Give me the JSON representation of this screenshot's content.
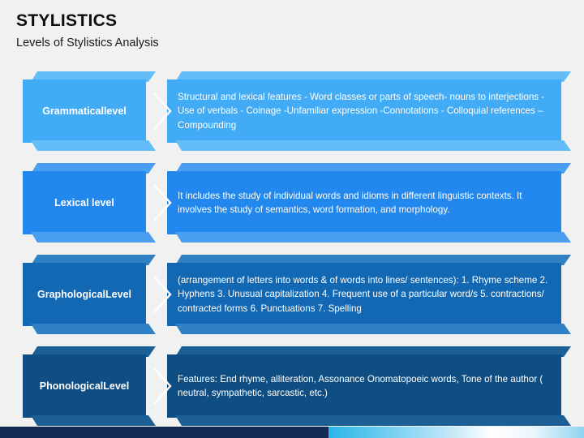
{
  "header": {
    "title": "STYLISTICS",
    "subtitle": "Levels of Stylistics Analysis"
  },
  "colors": {
    "background": "#f1f1f1",
    "row1": "#42abf5",
    "row2": "#2288ee",
    "row3": "#1268b3",
    "row4": "#0e4e82",
    "text": "#ffffff",
    "footer_dark": "#132a52"
  },
  "rows": [
    {
      "label": "Grammatical level",
      "label_line1": "Grammatical",
      "label_line2": "level",
      "text": "Structural and lexical features - Word classes or parts of speech- nouns to interjections - Use of verbals - Coinage -Unfamiliar expression  -Connotations - Colloquial references –Compounding",
      "base": "#42abf5",
      "ribbon": "#63bdf8",
      "ribbon_dark": "#4fb2f6"
    },
    {
      "label": "Lexical level",
      "label_line1": "Lexical level",
      "label_line2": "",
      "text": "It includes the study of individual words and idioms in different linguistic contexts. It involves the study of semantics, word formation, and morphology.",
      "base": "#2288ee",
      "ribbon": "#4b9ff2",
      "ribbon_dark": "#3893f0"
    },
    {
      "label": "Graphological Level",
      "label_line1": "Graphological",
      "label_line2": "Level",
      "text": "(arrangement of letters into words & of words into lines/ sentences): 1. Rhyme scheme 2. Hyphens 3. Unusual capitalization 4. Frequent use of a particular word/s 5. contractions/ contracted forms 6. Punctuations 7. Spelling",
      "base": "#1268b3",
      "ribbon": "#2f80c4",
      "ribbon_dark": "#1f74bb"
    },
    {
      "label": "Phonological Level",
      "label_line1": "Phonological",
      "label_line2": "Level",
      "text": "Features: End rhyme, alliteration, Assonance Onomatopoeic words, Tone of the author ( neutral, sympathetic, sarcastic, etc.)",
      "base": "#0e4e82",
      "ribbon": "#1b5f95",
      "ribbon_dark": "#13568b"
    }
  ]
}
